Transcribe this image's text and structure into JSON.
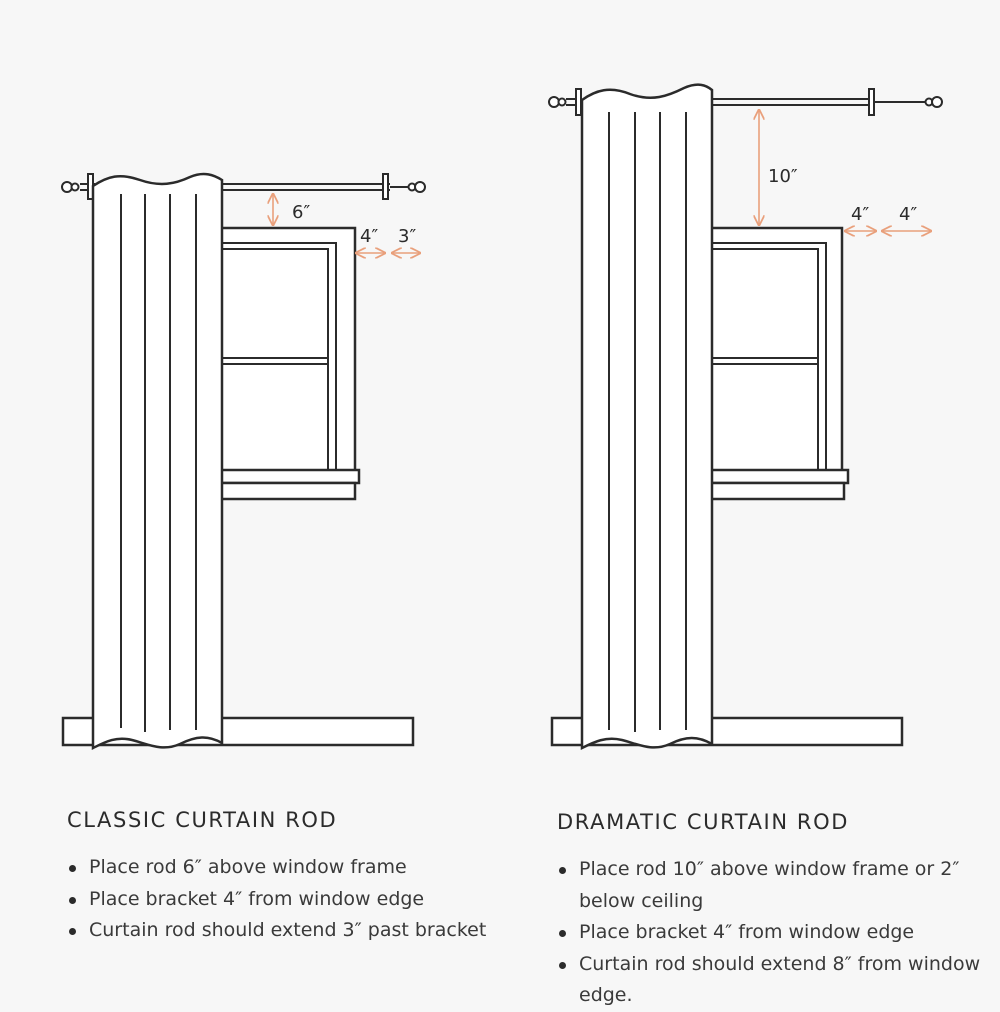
{
  "classic": {
    "title": "CLASSIC CURTAIN ROD",
    "bullets": [
      "Place rod 6″ above window frame",
      "Place bracket  4″ from window edge",
      "Curtain rod should extend 3″ past bracket"
    ],
    "measurements": {
      "rod_height": "6″",
      "bracket_offset": "4″",
      "rod_extension": "3″"
    }
  },
  "dramatic": {
    "title": "DRAMATIC CURTAIN ROD",
    "bullets": [
      "Place rod 10″ above window frame or 2″ below ceiling",
      "Place bracket  4″ from window edge",
      "Curtain rod should extend 8″ from window edge."
    ],
    "measurements": {
      "rod_height": "10″",
      "bracket_offset": "4″",
      "rod_extension": "4″"
    }
  },
  "colors": {
    "line": "#2b2b2b",
    "measure": "#e9a07c",
    "background": "#f7f7f7"
  }
}
